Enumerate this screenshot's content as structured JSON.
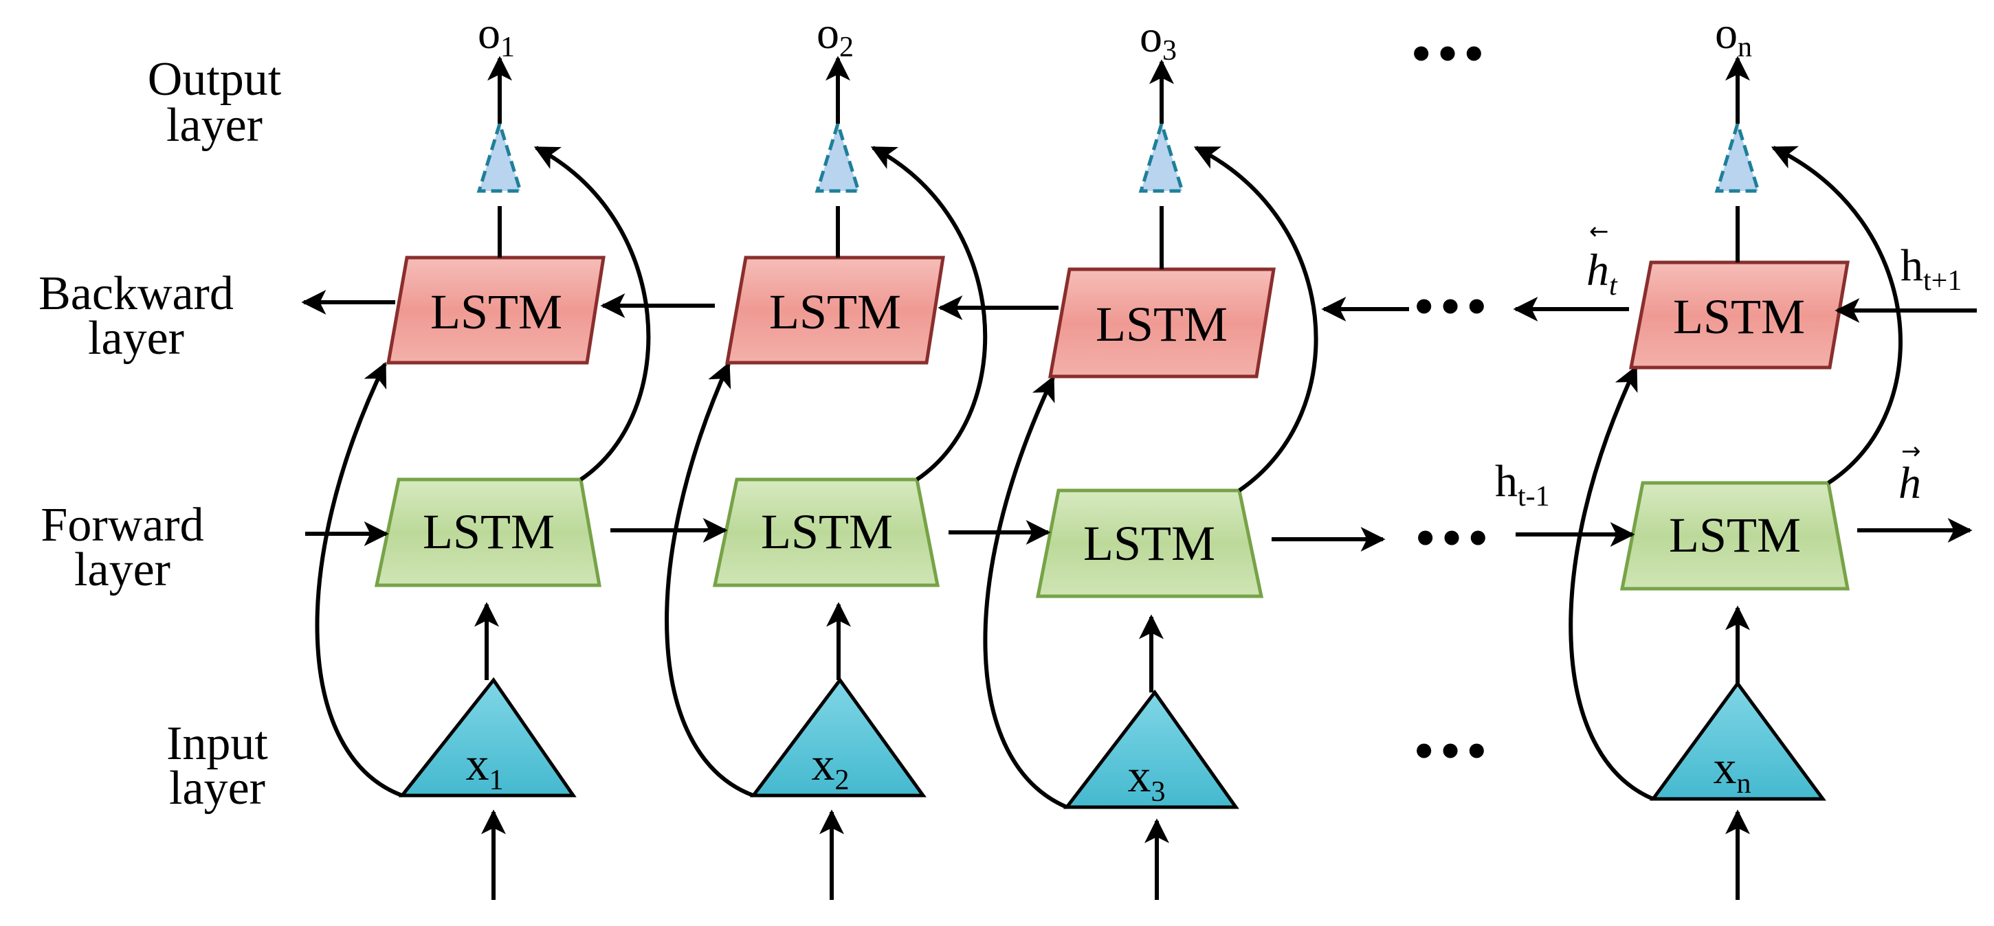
{
  "layers": {
    "output": [
      "Output",
      "layer"
    ],
    "backward": [
      "Backward",
      "layer"
    ],
    "forward": [
      "Forward",
      "layer"
    ],
    "input": [
      "Input",
      "layer"
    ]
  },
  "cell_label": "LSTM",
  "ellipsis": "•••",
  "columns": [
    {
      "x_base": "x",
      "x_sub": "1",
      "o_base": "o",
      "o_sub": "1"
    },
    {
      "x_base": "x",
      "x_sub": "2",
      "o_base": "o",
      "o_sub": "2"
    },
    {
      "x_base": "x",
      "x_sub": "3",
      "o_base": "o",
      "o_sub": "3"
    },
    {
      "x_base": "x",
      "x_sub": "n",
      "o_base": "o",
      "o_sub": "n"
    }
  ],
  "state_labels": {
    "h_back": "h",
    "h_back_sub": "t",
    "h_next": "h",
    "h_next_sub": "t+1",
    "h_prev": "h",
    "h_prev_sub": "t-1",
    "h_fwd": "h"
  },
  "colors": {
    "input_fill": "#5cc5d8",
    "forward_fill": "#c3dea3",
    "forward_stroke": "#77a347",
    "backward_fill": "#f2a6a0",
    "backward_stroke": "#8a2e2e",
    "output_fill": "#b9d4ef",
    "output_stroke": "#1f7f99"
  }
}
